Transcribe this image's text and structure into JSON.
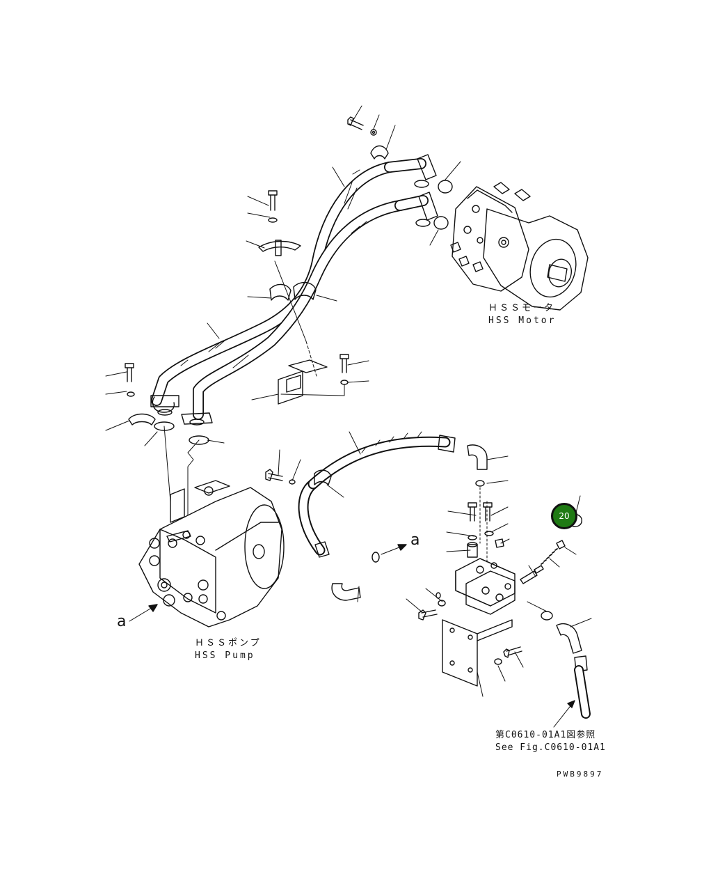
{
  "labels": {
    "motor_jp": "ＨＳＳモータ",
    "motor_en": "HSS Motor",
    "pump_jp": "ＨＳＳポンプ",
    "pump_en": "HSS Pump",
    "ref_jp": "第C0610-01A1図参照",
    "ref_en": "See Fig.C0610-01A1",
    "drawing_code": "PWB9897",
    "view_a_top": "a",
    "view_a_bottom": "a"
  },
  "callout": {
    "number": "20",
    "color": "#1f7a14"
  }
}
